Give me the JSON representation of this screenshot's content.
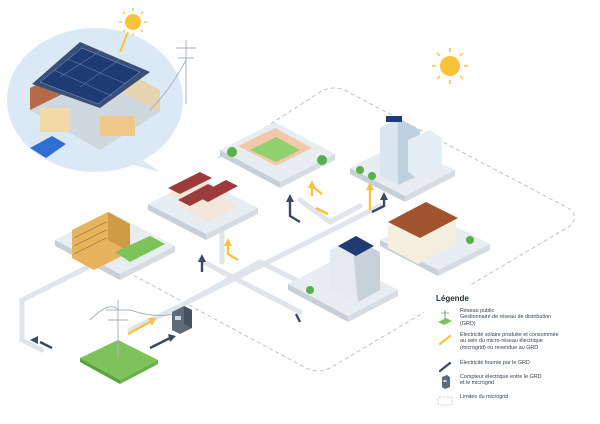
{
  "legend": {
    "title": "Légende",
    "items": [
      {
        "icon": "pylon-icon",
        "text": "Réseau public\nGestionnaire de réseau de distribution\n(GRD)"
      },
      {
        "icon": "yellow-line-icon",
        "text": "Électricité solaire produite et consommée\nau sein du micro-réseau électrique\n(microgrid) ou revendue au GRD"
      },
      {
        "icon": "dark-line-icon",
        "text": "Électricité fournie par le GRD"
      },
      {
        "icon": "meter-icon",
        "text": "Compteur électrique entre le GRD\net le microgrid"
      },
      {
        "icon": "boundary-icon",
        "text": "Limites du microgrid"
      }
    ]
  },
  "colors": {
    "solar_flow": "#f7c23e",
    "grid_flow": "#3b4a5a",
    "platform": "#e8edf1",
    "platform_side": "#c8d0d7",
    "grass": "#7dc35a",
    "pipe": "#dfe5ea",
    "boundary": "#b9c2ca",
    "sun": "#f9c33b"
  }
}
